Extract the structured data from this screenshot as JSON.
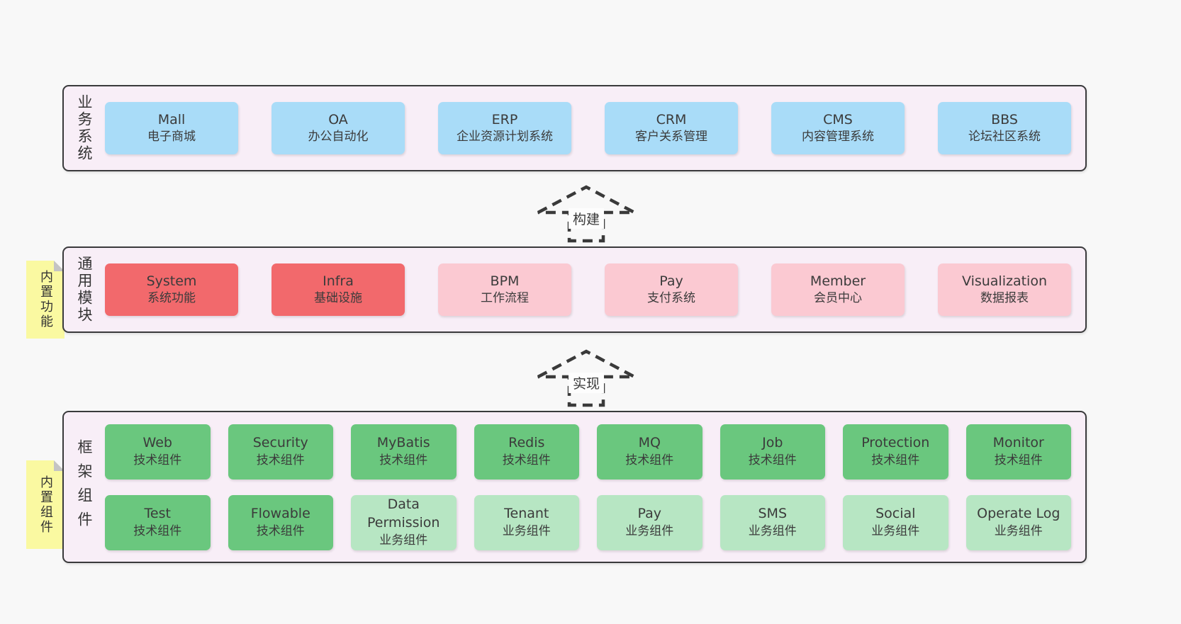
{
  "colors": {
    "pageBg": "#f8f8f8",
    "containerBg": "#f8eef7",
    "border": "#3a3a3c",
    "blue": "#a9dcf8",
    "red": "#f2696c",
    "pink": "#fbc9d2",
    "green": "#6ac77e",
    "greenLight": "#b7e6c3",
    "sticky": "#faf9a1",
    "fold": "#c4c4c4",
    "text": "#3b3b3b"
  },
  "layers": [
    {
      "id": "business-systems",
      "label": "业务系统",
      "boxes": [
        {
          "name": "Mall",
          "desc": "电子商城",
          "type": "blue"
        },
        {
          "name": "OA",
          "desc": "办公自动化",
          "type": "blue"
        },
        {
          "name": "ERP",
          "desc": "企业资源计划系统",
          "type": "blue"
        },
        {
          "name": "CRM",
          "desc": "客户关系管理",
          "type": "blue"
        },
        {
          "name": "CMS",
          "desc": "内容管理系统",
          "type": "blue"
        },
        {
          "name": "BBS",
          "desc": "论坛社区系统",
          "type": "blue"
        }
      ]
    },
    {
      "id": "common-modules",
      "label": "通用模块",
      "note": "内置功能",
      "boxes": [
        {
          "name": "System",
          "desc": "系统功能",
          "type": "red"
        },
        {
          "name": "Infra",
          "desc": "基础设施",
          "type": "red"
        },
        {
          "name": "BPM",
          "desc": "工作流程",
          "type": "pink"
        },
        {
          "name": "Pay",
          "desc": "支付系统",
          "type": "pink"
        },
        {
          "name": "Member",
          "desc": "会员中心",
          "type": "pink"
        },
        {
          "name": "Visualization",
          "desc": "数据报表",
          "type": "pink"
        }
      ]
    },
    {
      "id": "framework-components",
      "label": "框架组件",
      "note": "内置组件",
      "rows": [
        [
          {
            "name": "Web",
            "desc": "技术组件",
            "type": "green"
          },
          {
            "name": "Security",
            "desc": "技术组件",
            "type": "green"
          },
          {
            "name": "MyBatis",
            "desc": "技术组件",
            "type": "green"
          },
          {
            "name": "Redis",
            "desc": "技术组件",
            "type": "green"
          },
          {
            "name": "MQ",
            "desc": "技术组件",
            "type": "green"
          },
          {
            "name": "Job",
            "desc": "技术组件",
            "type": "green"
          },
          {
            "name": "Protection",
            "desc": "技术组件",
            "type": "green"
          },
          {
            "name": "Monitor",
            "desc": "技术组件",
            "type": "green"
          }
        ],
        [
          {
            "name": "Test",
            "desc": "技术组件",
            "type": "green"
          },
          {
            "name": "Flowable",
            "desc": "技术组件",
            "type": "green"
          },
          {
            "name": "Data Permission",
            "desc": "业务组件",
            "type": "green-light"
          },
          {
            "name": "Tenant",
            "desc": "业务组件",
            "type": "green-light"
          },
          {
            "name": "Pay",
            "desc": "业务组件",
            "type": "green-light"
          },
          {
            "name": "SMS",
            "desc": "业务组件",
            "type": "green-light"
          },
          {
            "name": "Social",
            "desc": "业务组件",
            "type": "green-light"
          },
          {
            "name": "Operate Log",
            "desc": "业务组件",
            "type": "green-light"
          }
        ]
      ]
    }
  ],
  "arrows": [
    {
      "label": "构建"
    },
    {
      "label": "实现"
    }
  ]
}
